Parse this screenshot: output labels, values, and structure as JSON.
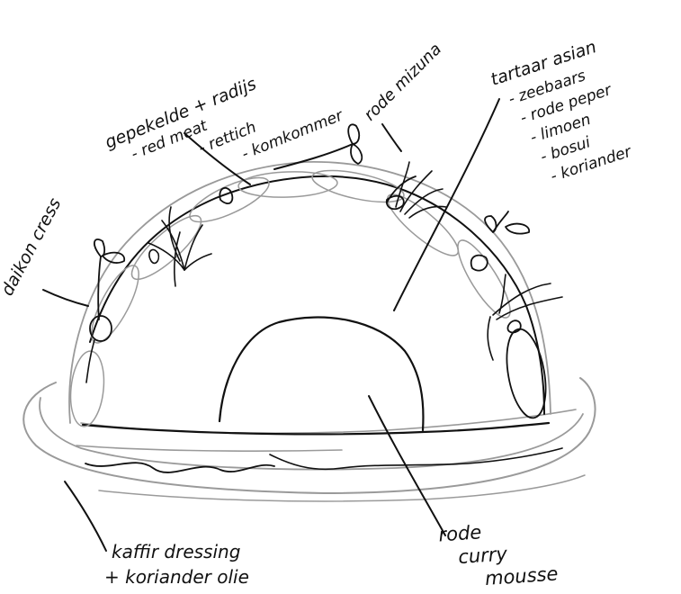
{
  "labels": {
    "daikon": "daikon cress",
    "gepekelde_title": "gepekelde + radijs",
    "gepekelde_1": "- red meat",
    "gepekelde_2": "- rettich",
    "gepekelde_3": "- komkommer",
    "rode_mizuna": "rode mizuna",
    "tartaar_title": "tartaar asian",
    "tartaar_1": "- zeebaars",
    "tartaar_2": "- rode peper",
    "tartaar_3": "- limoen",
    "tartaar_4": "- bosui",
    "tartaar_5": "- koriander",
    "kaffir_1": "kaffir dressing",
    "kaffir_2": "+ koriander olie",
    "curry_1": "rode",
    "curry_2": "curry",
    "curry_3": "mousse"
  }
}
